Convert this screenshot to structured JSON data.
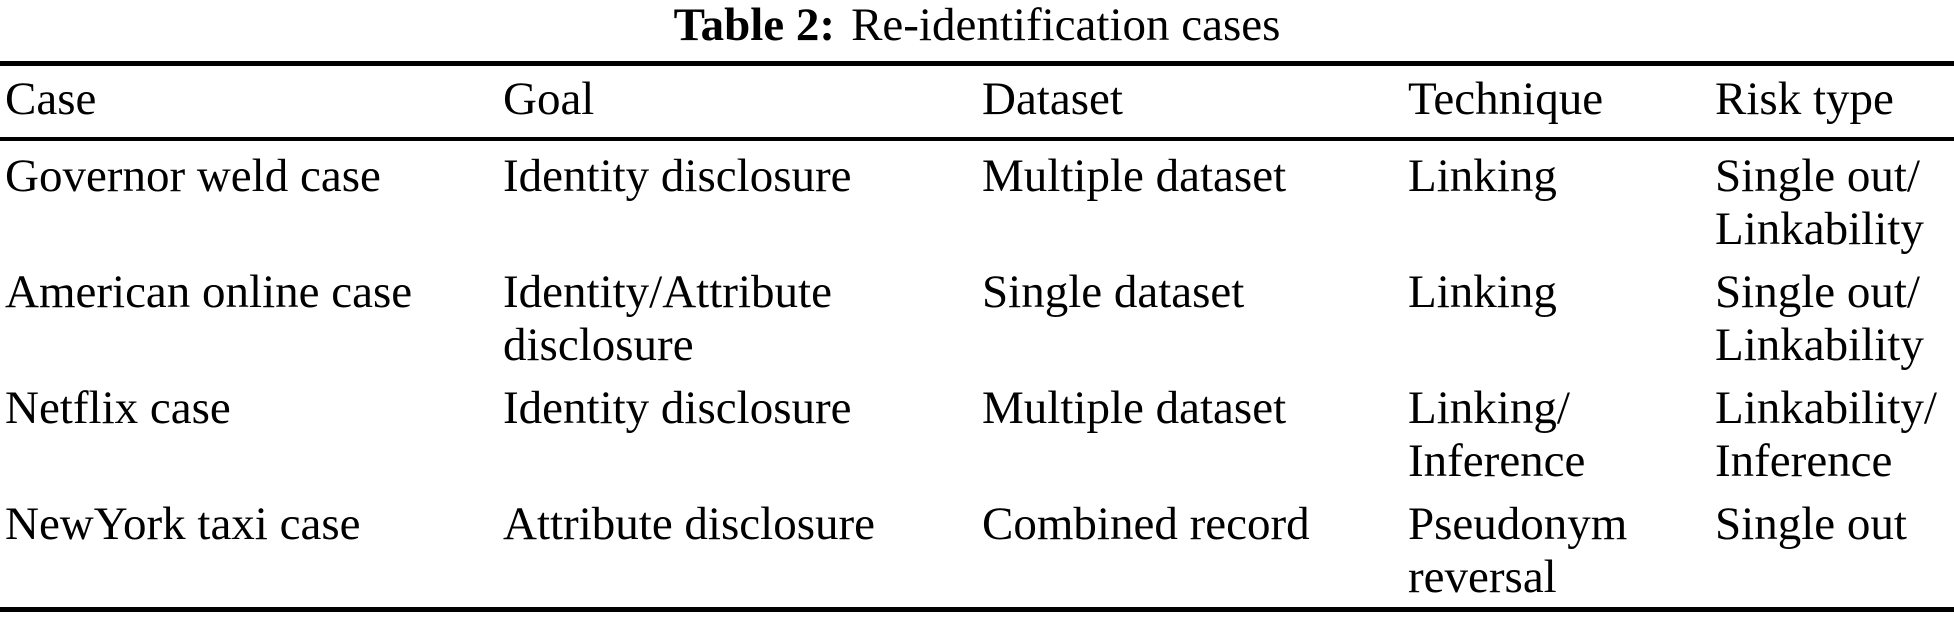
{
  "page": {
    "background": "#ffffff",
    "text_color": "#000000",
    "rule_color": "#000000"
  },
  "caption": {
    "label": "Table 2:",
    "title": "Re-identification cases"
  },
  "table": {
    "columns": [
      "Case",
      "Goal",
      "Dataset",
      "Technique",
      "Risk type"
    ],
    "rows": [
      {
        "case": "Governor weld case",
        "goal": "Identity disclosure",
        "dataset": "Multiple dataset",
        "technique": "Linking",
        "risk_type": "Single out/\nLinkability"
      },
      {
        "case": "American online case",
        "goal": "Identity/Attribute\ndisclosure",
        "dataset": "Single dataset",
        "technique": "Linking",
        "risk_type": "Single out/\nLinkability"
      },
      {
        "case": "Netflix case",
        "goal": "Identity disclosure",
        "dataset": "Multiple dataset",
        "technique": "Linking/\nInference",
        "risk_type": "Linkability/\nInference"
      },
      {
        "case": "NewYork taxi case",
        "goal": "Attribute disclosure",
        "dataset": "Combined record",
        "technique": "Pseudonym\nreversal",
        "risk_type": "Single out"
      }
    ]
  }
}
